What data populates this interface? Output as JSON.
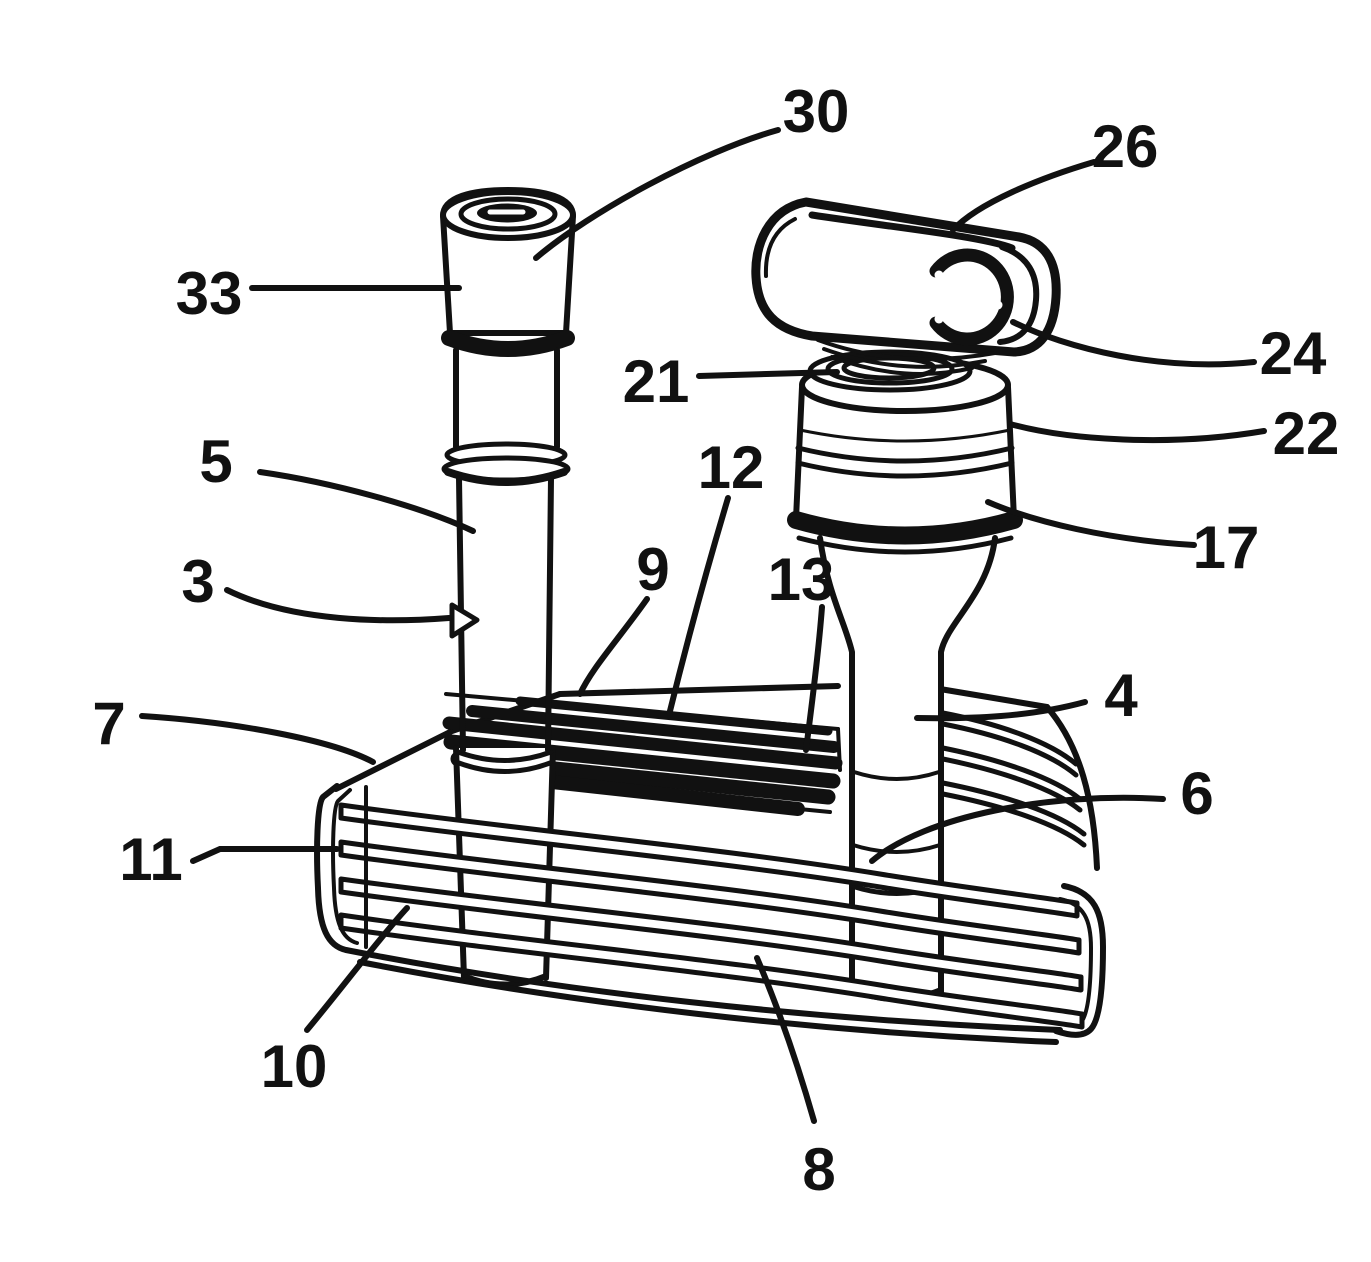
{
  "figure": {
    "kind": "patent-line-drawing",
    "background_color": "#ffffff",
    "ink_color": "#111111",
    "reference_numerals": [
      "30",
      "26",
      "33",
      "21",
      "24",
      "22",
      "17",
      "5",
      "12",
      "3",
      "9",
      "13",
      "7",
      "4",
      "11",
      "6",
      "10",
      "8"
    ]
  },
  "labels": [
    {
      "text": "30"
    },
    {
      "text": "26"
    },
    {
      "text": "33"
    },
    {
      "text": "21"
    },
    {
      "text": "24"
    },
    {
      "text": "22"
    },
    {
      "text": "17"
    },
    {
      "text": "5"
    },
    {
      "text": "12"
    },
    {
      "text": "3"
    },
    {
      "text": "9"
    },
    {
      "text": "13"
    },
    {
      "text": "7"
    },
    {
      "text": "4"
    },
    {
      "text": "11"
    },
    {
      "text": "6"
    },
    {
      "text": "10"
    },
    {
      "text": "8"
    }
  ]
}
